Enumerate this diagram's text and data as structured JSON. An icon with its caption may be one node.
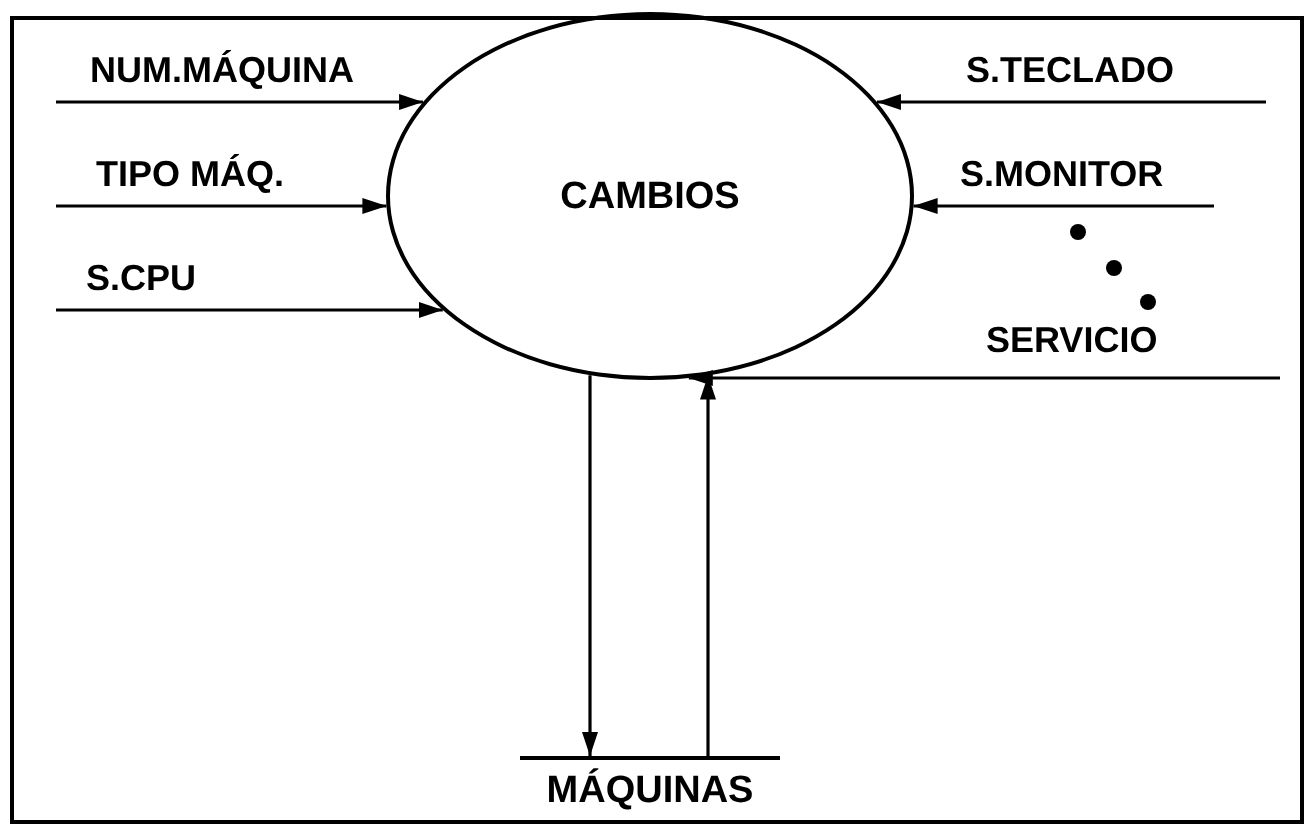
{
  "diagram": {
    "nodes": [
      {
        "text": [
          "CAMBIOS"
        ]
      },
      {
        "text": [
          "MÁQUINAS"
        ]
      }
    ],
    "edges": [
      {
        "from": null,
        "to": 0,
        "arrow": "to",
        "label": "NUM.MÁQUINA"
      },
      {
        "from": null,
        "to": 0,
        "arrow": "to",
        "label": "TIPO MÁQ."
      },
      {
        "from": null,
        "to": 0,
        "arrow": "to",
        "label": "S.CPU"
      },
      {
        "from": null,
        "to": 0,
        "arrow": "to",
        "label": "S.TECLADO"
      },
      {
        "from": null,
        "to": 0,
        "arrow": "to",
        "label": "S.MONITOR"
      },
      {
        "from": null,
        "to": 0,
        "arrow": "to",
        "label": "SERVICIO"
      },
      {
        "from": 0,
        "to": 1,
        "arrow": "to"
      },
      {
        "from": 1,
        "to": 0,
        "arrow": "to"
      }
    ]
  }
}
